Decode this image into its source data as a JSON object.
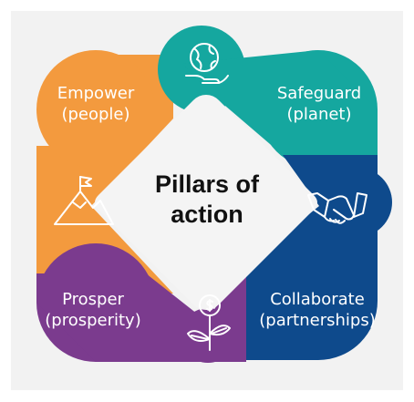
{
  "diagram": {
    "center": {
      "line1": "Pillars of",
      "line2": "action"
    },
    "pillars": [
      {
        "id": "empower",
        "line1": "Empower",
        "line2": "(people)",
        "color": "#F39A3E",
        "icon": "mountain-flag-icon"
      },
      {
        "id": "safeguard",
        "line1": "Safeguard",
        "line2": "(planet)",
        "color": "#15A79F",
        "icon": "globe-in-hand-icon"
      },
      {
        "id": "prosper",
        "line1": "Prosper",
        "line2": "(prosperity)",
        "color": "#7B3B8E",
        "icon": "money-plant-icon"
      },
      {
        "id": "collaborate",
        "line1": "Collaborate",
        "line2": "(partnerships)",
        "color": "#0E4A8C",
        "icon": "handshake-icon"
      }
    ]
  }
}
